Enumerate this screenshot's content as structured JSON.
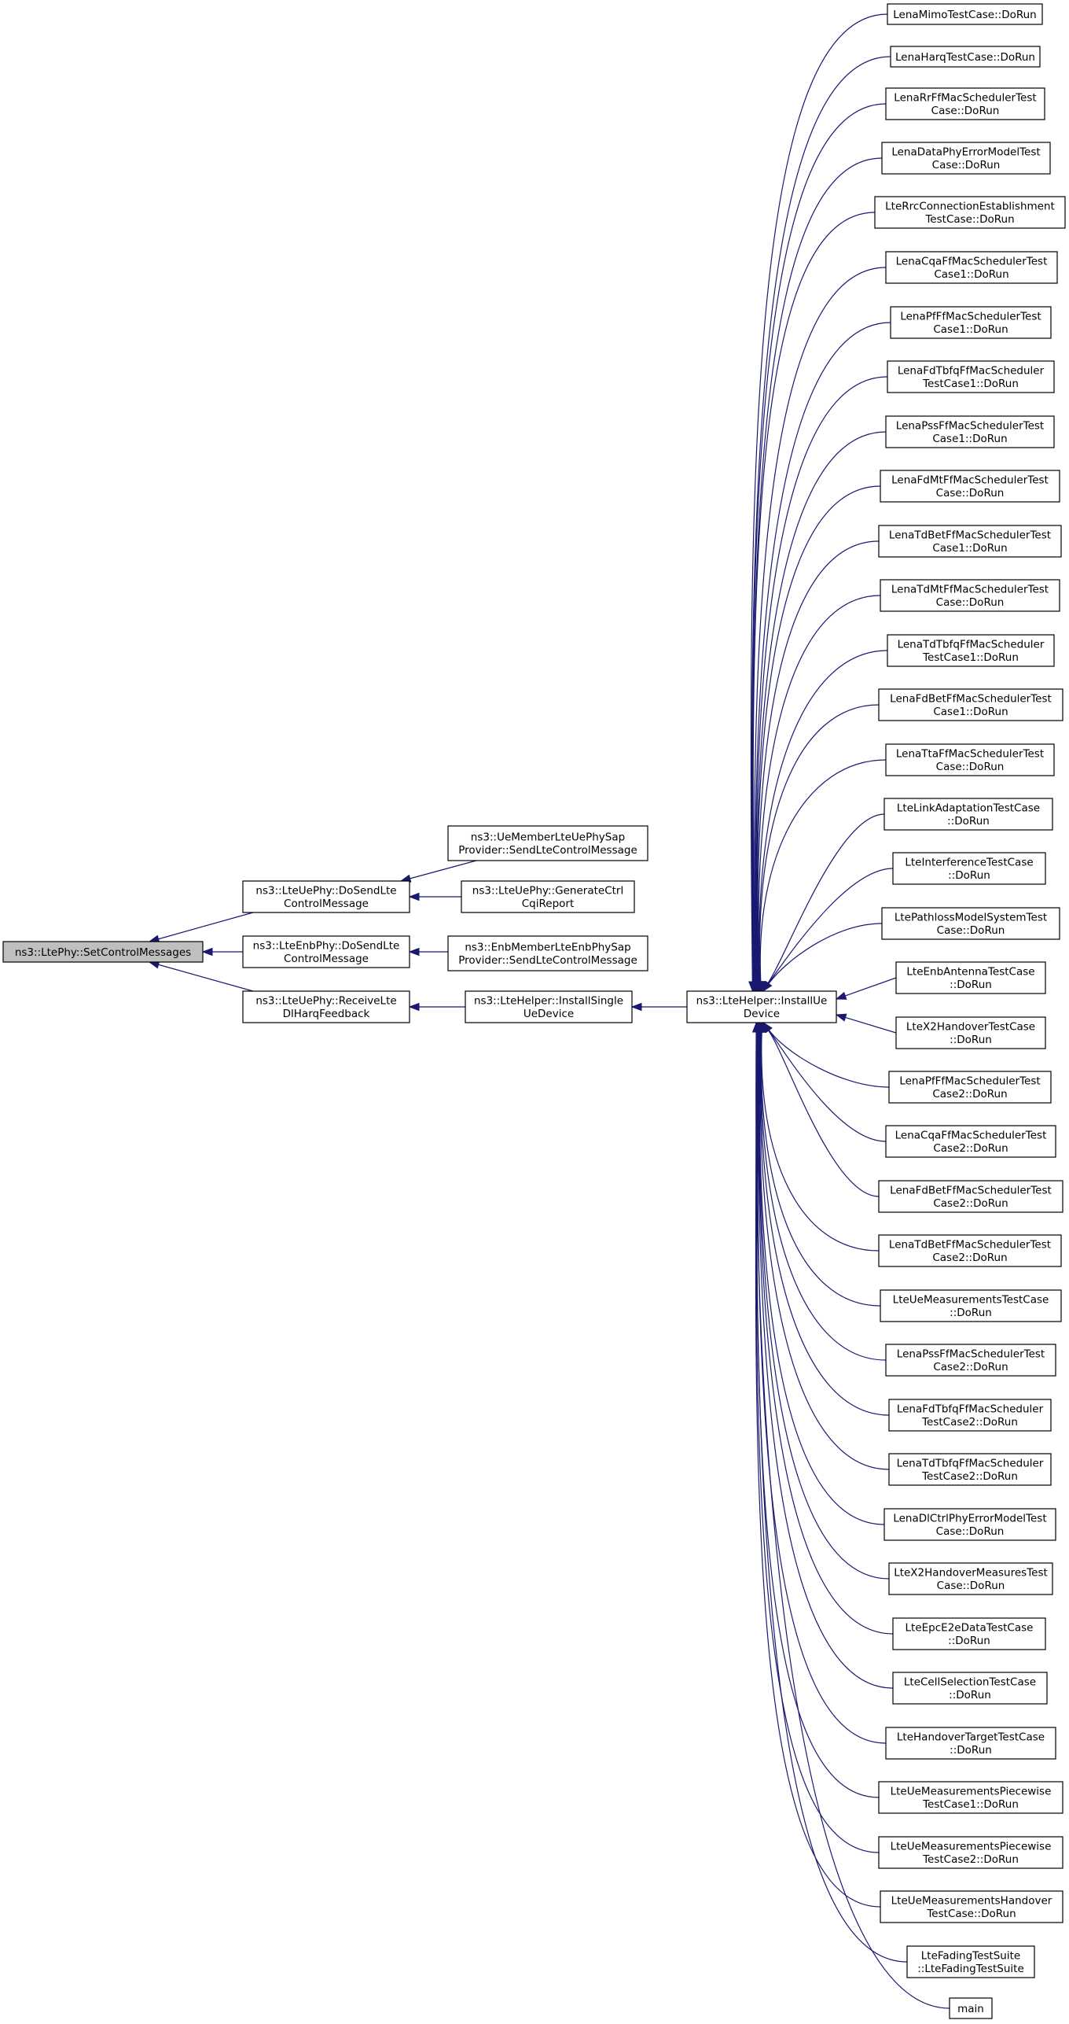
{
  "graph": {
    "root": {
      "id": "root",
      "lines": [
        "ns3::LtePhy::SetControlMessages"
      ]
    },
    "level1": [
      {
        "id": "ue_dosend",
        "lines": [
          "ns3::LteUePhy::DoSendLte",
          "ControlMessage"
        ]
      },
      {
        "id": "enb_dosend",
        "lines": [
          "ns3::LteEnbPhy::DoSendLte",
          "ControlMessage"
        ]
      },
      {
        "id": "ue_harq",
        "lines": [
          "ns3::LteUePhy::ReceiveLte",
          "DlHarqFeedback"
        ]
      }
    ],
    "level2": [
      {
        "id": "ue_sap",
        "lines": [
          "ns3::UeMemberLteUePhySap",
          "Provider::SendLteControlMessage"
        ]
      },
      {
        "id": "ue_cqi",
        "lines": [
          "ns3::LteUePhy::GenerateCtrl",
          "CqiReport"
        ]
      },
      {
        "id": "enb_sap",
        "lines": [
          "ns3::EnbMemberLteEnbPhySap",
          "Provider::SendLteControlMessage"
        ]
      },
      {
        "id": "single",
        "lines": [
          "ns3::LteHelper::InstallSingle",
          "UeDevice"
        ]
      }
    ],
    "level3": [
      {
        "id": "install",
        "lines": [
          "ns3::LteHelper::InstallUe",
          "Device"
        ]
      }
    ],
    "callers": [
      {
        "lines": [
          "LenaMimoTestCase::DoRun"
        ]
      },
      {
        "lines": [
          "LenaHarqTestCase::DoRun"
        ]
      },
      {
        "lines": [
          "LenaRrFfMacSchedulerTest",
          "Case::DoRun"
        ]
      },
      {
        "lines": [
          "LenaDataPhyErrorModelTest",
          "Case::DoRun"
        ]
      },
      {
        "lines": [
          "LteRrcConnectionEstablishment",
          "TestCase::DoRun"
        ]
      },
      {
        "lines": [
          "LenaCqaFfMacSchedulerTest",
          "Case1::DoRun"
        ]
      },
      {
        "lines": [
          "LenaPfFfMacSchedulerTest",
          "Case1::DoRun"
        ]
      },
      {
        "lines": [
          "LenaFdTbfqFfMacScheduler",
          "TestCase1::DoRun"
        ]
      },
      {
        "lines": [
          "LenaPssFfMacSchedulerTest",
          "Case1::DoRun"
        ]
      },
      {
        "lines": [
          "LenaFdMtFfMacSchedulerTest",
          "Case::DoRun"
        ]
      },
      {
        "lines": [
          "LenaTdBetFfMacSchedulerTest",
          "Case1::DoRun"
        ]
      },
      {
        "lines": [
          "LenaTdMtFfMacSchedulerTest",
          "Case::DoRun"
        ]
      },
      {
        "lines": [
          "LenaTdTbfqFfMacScheduler",
          "TestCase1::DoRun"
        ]
      },
      {
        "lines": [
          "LenaFdBetFfMacSchedulerTest",
          "Case1::DoRun"
        ]
      },
      {
        "lines": [
          "LenaTtaFfMacSchedulerTest",
          "Case::DoRun"
        ]
      },
      {
        "lines": [
          "LteLinkAdaptationTestCase",
          "::DoRun"
        ]
      },
      {
        "lines": [
          "LteInterferenceTestCase",
          "::DoRun"
        ]
      },
      {
        "lines": [
          "LtePathlossModelSystemTest",
          "Case::DoRun"
        ]
      },
      {
        "lines": [
          "LteEnbAntennaTestCase",
          "::DoRun"
        ]
      },
      {
        "lines": [
          "LteX2HandoverTestCase",
          "::DoRun"
        ]
      },
      {
        "lines": [
          "LenaPfFfMacSchedulerTest",
          "Case2::DoRun"
        ]
      },
      {
        "lines": [
          "LenaCqaFfMacSchedulerTest",
          "Case2::DoRun"
        ]
      },
      {
        "lines": [
          "LenaFdBetFfMacSchedulerTest",
          "Case2::DoRun"
        ]
      },
      {
        "lines": [
          "LenaTdBetFfMacSchedulerTest",
          "Case2::DoRun"
        ]
      },
      {
        "lines": [
          "LteUeMeasurementsTestCase",
          "::DoRun"
        ]
      },
      {
        "lines": [
          "LenaPssFfMacSchedulerTest",
          "Case2::DoRun"
        ]
      },
      {
        "lines": [
          "LenaFdTbfqFfMacScheduler",
          "TestCase2::DoRun"
        ]
      },
      {
        "lines": [
          "LenaTdTbfqFfMacScheduler",
          "TestCase2::DoRun"
        ]
      },
      {
        "lines": [
          "LenaDlCtrlPhyErrorModelTest",
          "Case::DoRun"
        ]
      },
      {
        "lines": [
          "LteX2HandoverMeasuresTest",
          "Case::DoRun"
        ]
      },
      {
        "lines": [
          "LteEpcE2eDataTestCase",
          "::DoRun"
        ]
      },
      {
        "lines": [
          "LteCellSelectionTestCase",
          "::DoRun"
        ]
      },
      {
        "lines": [
          "LteHandoverTargetTestCase",
          "::DoRun"
        ]
      },
      {
        "lines": [
          "LteUeMeasurementsPiecewise",
          "TestCase1::DoRun"
        ]
      },
      {
        "lines": [
          "LteUeMeasurementsPiecewise",
          "TestCase2::DoRun"
        ]
      },
      {
        "lines": [
          "LteUeMeasurementsHandover",
          "TestCase::DoRun"
        ]
      },
      {
        "lines": [
          "LteFadingTestSuite",
          "::LteFadingTestSuite"
        ]
      },
      {
        "lines": [
          "main"
        ]
      }
    ],
    "edges": [
      {
        "from": "ue_dosend",
        "to": "root"
      },
      {
        "from": "enb_dosend",
        "to": "root"
      },
      {
        "from": "ue_harq",
        "to": "root"
      },
      {
        "from": "ue_sap",
        "to": "ue_dosend"
      },
      {
        "from": "ue_cqi",
        "to": "ue_dosend"
      },
      {
        "from": "enb_sap",
        "to": "enb_dosend"
      },
      {
        "from": "single",
        "to": "ue_harq"
      },
      {
        "from": "install",
        "to": "single"
      }
    ],
    "colors": {
      "edge": "#191970",
      "root_fill": "#bfbfbf",
      "node_fill": "#ffffff",
      "border": "#000000"
    }
  }
}
